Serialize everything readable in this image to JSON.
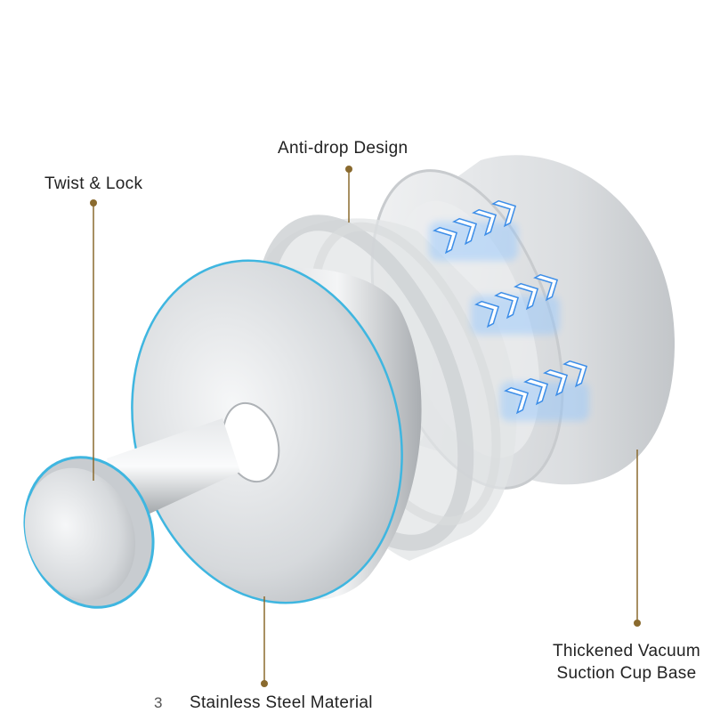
{
  "labels": {
    "twist_lock": "Twist & Lock",
    "anti_drop": "Anti-drop Design",
    "stainless": "Stainless Steel Material",
    "base_line1": "Thickened Vacuum",
    "base_line2": "Suction Cup Base",
    "fragment": "3"
  },
  "colors": {
    "leader_line": "#8a6a2e",
    "steel_light": "#eef0f2",
    "steel_dark": "#9ea3a8",
    "rim_highlight": "#3fb6e0",
    "arrow_glow": "#5aa8ff",
    "text": "#222222"
  },
  "icons": [
    "chevron-arrow-icon"
  ]
}
